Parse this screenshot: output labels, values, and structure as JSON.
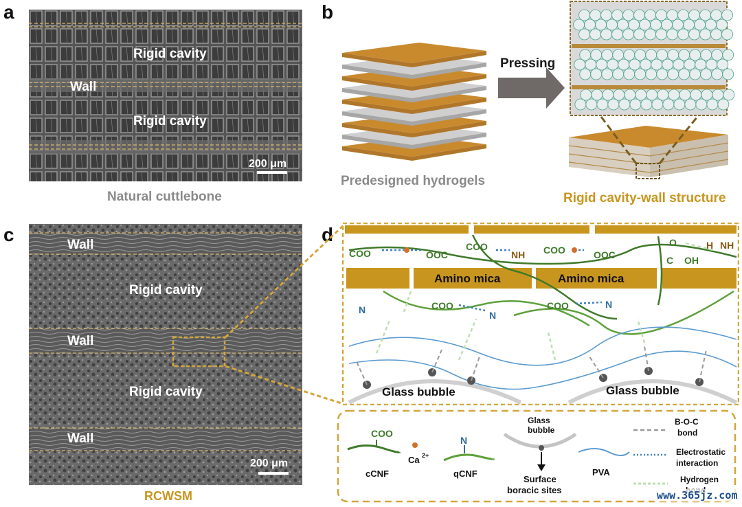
{
  "panel_labels": {
    "a": "a",
    "b": "b",
    "c": "c",
    "d": "d"
  },
  "panel_a": {
    "labels": {
      "cavity_top": "Rigid cavity",
      "wall": "Wall",
      "cavity_bottom": "Rigid cavity"
    },
    "scale_bar": "200 μm",
    "caption": "Natural cuttlebone"
  },
  "panel_b": {
    "arrow_label": "Pressing",
    "left_caption": "Predesigned hydrogels",
    "right_caption": "Rigid cavity-wall structure"
  },
  "panel_c": {
    "labels": {
      "wall1": "Wall",
      "cavity1": "Rigid cavity",
      "wall2": "Wall",
      "cavity2": "Rigid cavity",
      "wall3": "Wall"
    },
    "scale_bar": "200 μm",
    "caption": "RCWSM"
  },
  "panel_d": {
    "top_chem": {
      "coo_left": "COO",
      "ooc_left": "OOC",
      "coo_mid": "COO",
      "nh3": "NH",
      "coo_mid2": "COO",
      "ooc_right": "OOC",
      "o": "O",
      "c": "C",
      "oh": "OH",
      "h": "H",
      "nh": "NH"
    },
    "mica_labels": [
      "Amino mica",
      "Amino mica"
    ],
    "mid_chem": {
      "n_left": "N",
      "coo_a": "COO",
      "n_mid": "N",
      "coo_b": "COO",
      "n_right": "N"
    },
    "bubble_labels": [
      "Glass bubble",
      "Glass bubble"
    ],
    "legend": {
      "ccnf_group": "COO",
      "ccnf": "cCNF",
      "ca": "Ca",
      "ca_charge": "2+",
      "qcnf_n": "N",
      "qcnf": "qCNF",
      "glass_bubble": [
        "Glass",
        "bubble"
      ],
      "surface_sites": [
        "Surface",
        "boracic sites"
      ],
      "pva": "PVA",
      "boc": [
        "B-O-C",
        "bond"
      ],
      "electrostatic": [
        "Electrostatic",
        "interaction"
      ],
      "hydrogen": [
        "Hydrogen",
        "bond"
      ]
    }
  },
  "watermark": "www.365jz.com",
  "colors": {
    "gold": "#c8961e",
    "green": "#4c8a34",
    "blue": "#3f7fb8",
    "dark_blue": "#2e6f9e",
    "gray": "#8e8e8e",
    "dashed_line": "#e0c27a"
  }
}
